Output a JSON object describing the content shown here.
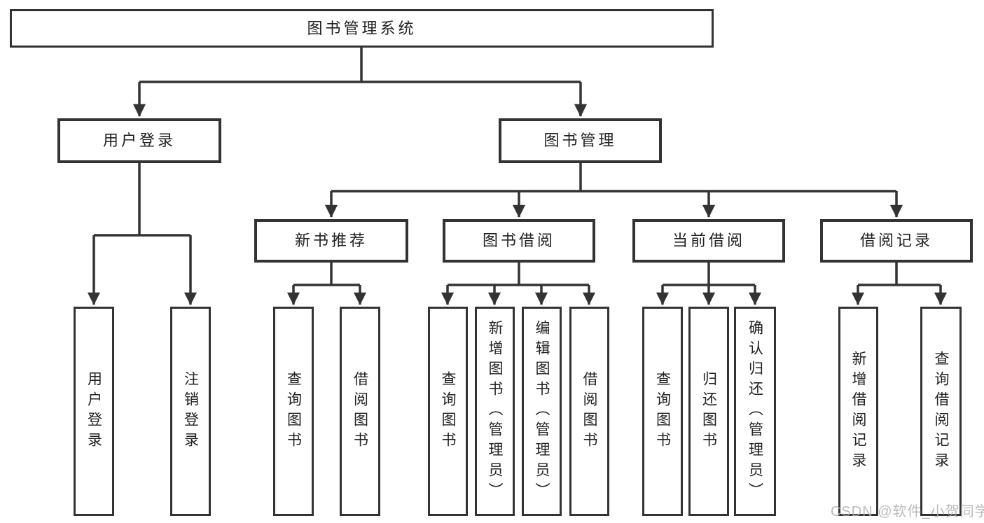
{
  "diagram": {
    "root": {
      "label": "图书管理系统"
    },
    "level2": {
      "user_login": {
        "label": "用户登录"
      },
      "book_mgmt": {
        "label": "图书管理"
      }
    },
    "level3": {
      "new_book": {
        "label": "新书推荐"
      },
      "book_borrow": {
        "label": "图书借阅"
      },
      "current_borrow": {
        "label": "当前借阅"
      },
      "borrow_record": {
        "label": "借阅记录"
      }
    },
    "leaves": {
      "user_login": [
        "用户登录",
        "注销登录"
      ],
      "new_book": [
        "查询图书",
        "借阅图书"
      ],
      "book_borrow": [
        "查询图书",
        "新增图书（管理员）",
        "编辑图书（管理员）",
        "借阅图书"
      ],
      "current_borrow": [
        "查询图书",
        "归还图书",
        "确认归还（管理员）"
      ],
      "borrow_record": [
        "新增借阅记录",
        "查询借阅记录"
      ]
    }
  },
  "watermark": "CSDN @软件_小贺同学",
  "colors": {
    "line": "#333333",
    "box_border": "#333333",
    "text": "#222222",
    "watermark": "#b0b0b0",
    "background": "#ffffff"
  }
}
